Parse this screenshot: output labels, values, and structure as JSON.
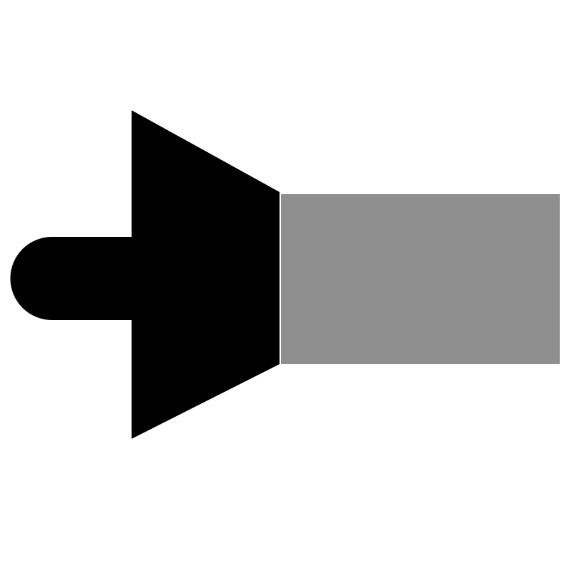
{
  "colors": {
    "background": "#ffffff",
    "body_shape": "#000000",
    "bar": "#8f8f8f"
  },
  "icons": [
    "knob-shape",
    "trapezoid-shape",
    "rectangle-bar"
  ]
}
